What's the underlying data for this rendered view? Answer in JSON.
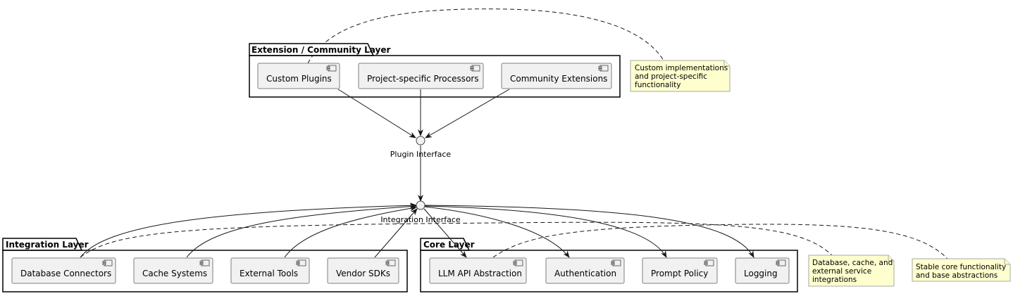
{
  "packages": {
    "extension": {
      "title": "Extension / Community Layer"
    },
    "integration": {
      "title": "Integration Layer"
    },
    "core": {
      "title": "Core Layer"
    }
  },
  "components": {
    "custom_plugins": "Custom Plugins",
    "project_processors": "Project-specific Processors",
    "community_extensions": "Community Extensions",
    "database_connectors": "Database Connectors",
    "cache_systems": "Cache Systems",
    "external_tools": "External Tools",
    "vendor_sdks": "Vendor SDKs",
    "llm_api": "LLM API Abstraction",
    "authentication": "Authentication",
    "prompt_policy": "Prompt Policy",
    "logging": "Logging"
  },
  "interfaces": {
    "plugin": "Plugin Interface",
    "integration": "Integration Interface"
  },
  "notes": {
    "extension": [
      "Custom implementations",
      "and project-specific",
      "functionality"
    ],
    "integration": [
      "Database, cache, and",
      "external service",
      "integrations"
    ],
    "core": [
      "Stable core functionality",
      "and base abstractions"
    ]
  }
}
